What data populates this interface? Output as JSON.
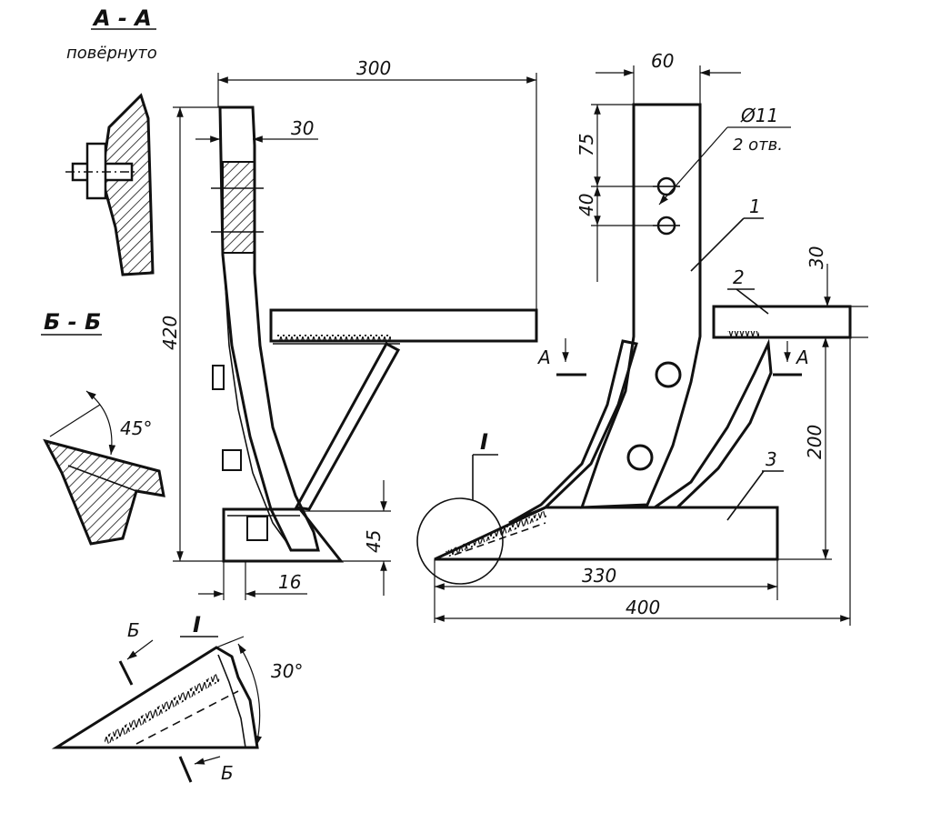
{
  "sections": {
    "aa_title": "А - А",
    "aa_note": "повёрнуто",
    "bb_title": "Б - Б",
    "detail_title": "I",
    "detail_cut_label": "Б"
  },
  "callouts": {
    "part_1": "1",
    "part_2": "2",
    "part_3": "3",
    "detail_marker": "I",
    "section_mark_a": "А"
  },
  "dimensions": {
    "d300": "300",
    "d30_side": "30",
    "d420": "420",
    "d45": "45",
    "d16": "16",
    "d60": "60",
    "d75": "75",
    "d40": "40",
    "hole_dia": "Ø11",
    "hole_count": "2 отв.",
    "d30_top": "30",
    "d200": "200",
    "d330": "330",
    "d400": "400",
    "angle_45": "45°",
    "angle_30": "30°"
  }
}
